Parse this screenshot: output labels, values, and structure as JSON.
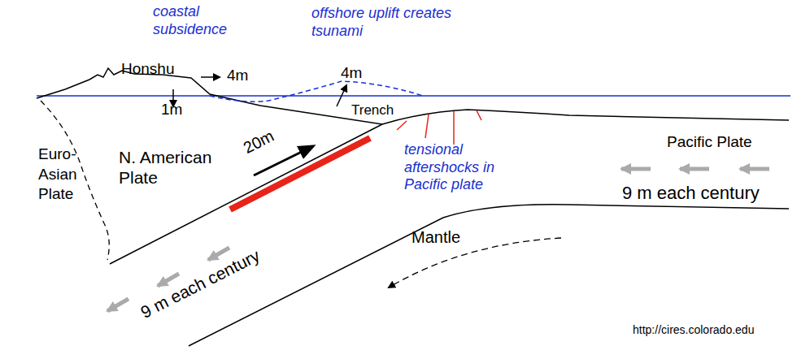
{
  "diagram": {
    "labels": [
      "coastal subsidence",
      "offshore uplift creates tsunami",
      "Honshu",
      "4m",
      "4m",
      "1m",
      "Trench",
      "Euro- Asian Plate",
      "N. American Plate",
      "20m",
      "tensional aftershocks in Pacific plate",
      "Pacific Plate",
      "9 m each century",
      "Mantle",
      "9 m each century",
      "http://cires.colorado.edu"
    ]
  }
}
